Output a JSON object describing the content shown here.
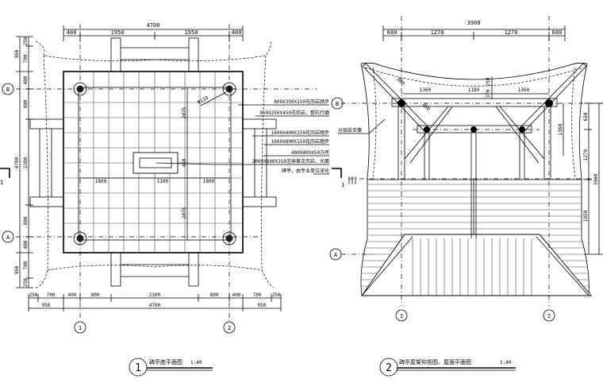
{
  "plan1": {
    "title": "碑亭底平面图",
    "scale": "1:40",
    "number": "1",
    "top_total": "4700",
    "top_dims": [
      "400",
      "1950",
      "1950",
      "400"
    ],
    "bottom_dims": [
      "250",
      "700",
      "400",
      "800",
      "2300",
      "800",
      "400",
      "700",
      "250"
    ],
    "bottom_totals": [
      "950",
      "4700",
      "950"
    ],
    "left_dims": [
      "250",
      "700",
      "400",
      "800",
      "2300",
      "800",
      "400",
      "700",
      "250"
    ],
    "left_totals": [
      "950",
      "4700",
      "950"
    ],
    "inner_dims": [
      "1800",
      "1100",
      "1800",
      "2075",
      "450",
      "2075"
    ],
    "diameter": "Φ110",
    "axis_rows": [
      "B",
      "A"
    ],
    "axis_cols": [
      "1",
      "2"
    ],
    "section_mark": "1",
    "notes": [
      "800X350X150花岗岩踏步",
      "950X250X450花岗岩，整石打磨",
      "1600X400X150花岗岩踏步",
      "1600X800X150花岗岩踏步",
      "400X400X50方砖",
      "2000X800X250芝麻黄花岗岩，光面",
      "碑亭，由专业单位深化"
    ]
  },
  "plan2": {
    "title": "碑亭屋架仰视图、屋面平面图",
    "scale": "1:40",
    "number": "2",
    "top_total": "3900",
    "top_dims": [
      "680",
      "1270",
      "1270",
      "680"
    ],
    "beam_dims": [
      "1360",
      "1180",
      "1360"
    ],
    "vert_small": [
      "250",
      "370"
    ],
    "diag_dims": [
      "880",
      "880"
    ],
    "inner_vert": "1360",
    "right_dims": [
      "650",
      "1270",
      "1950"
    ],
    "right_total": "3900",
    "note": "分层胶合檩",
    "axis_rows": [
      "B",
      "A"
    ],
    "axis_cols": [
      "1",
      "2"
    ],
    "section_mark": "1"
  }
}
